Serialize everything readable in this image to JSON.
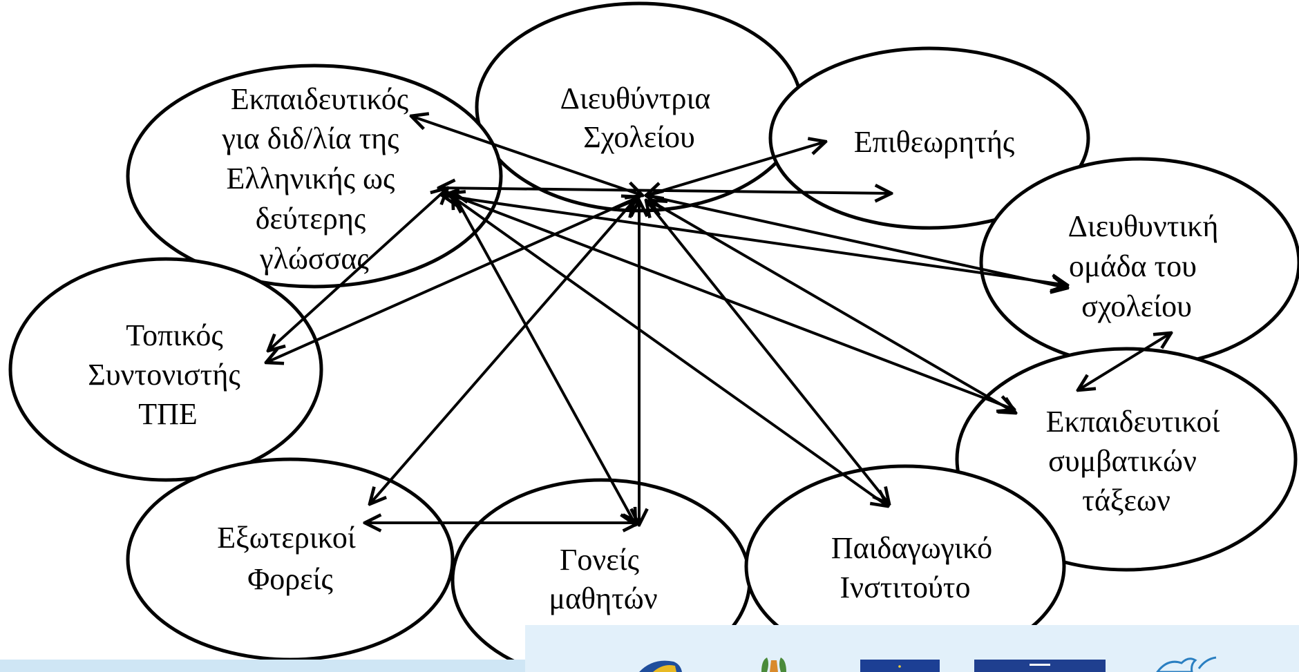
{
  "diagram": {
    "nodes": [
      {
        "id": "director",
        "lines": [
          "Διευθύντρια",
          "Σχολείου"
        ]
      },
      {
        "id": "greek-teacher",
        "lines": [
          "Εκπαιδευτικός",
          "για διδ/λία της",
          "Ελληνικής ως",
          "δεύτερης",
          "γλώσσας"
        ]
      },
      {
        "id": "inspector",
        "lines": [
          "Επιθεωρητής"
        ]
      },
      {
        "id": "management-team",
        "lines": [
          "Διευθυντική",
          "ομάδα του",
          "σχολείου"
        ]
      },
      {
        "id": "ict-coordinator",
        "lines": [
          "Τοπικός",
          "Συντονιστής",
          "ΤΠΕ"
        ]
      },
      {
        "id": "regular-teachers",
        "lines": [
          "Εκπαιδευτικοί",
          "συμβατικών",
          "τάξεων"
        ]
      },
      {
        "id": "external-bodies",
        "lines": [
          "Εξωτερικοί",
          "Φορείς"
        ]
      },
      {
        "id": "parents",
        "lines": [
          "Γονείς",
          "μαθητών"
        ]
      },
      {
        "id": "pedagogical-institute",
        "lines": [
          "Παιδαγωγικό",
          "Ινστιτούτο"
        ]
      }
    ],
    "edges": [
      {
        "from": "director",
        "to": "greek-teacher",
        "direction": "both"
      },
      {
        "from": "director",
        "to": "inspector",
        "direction": "both"
      },
      {
        "from": "greek-teacher",
        "to": "inspector",
        "direction": "both"
      },
      {
        "from": "director",
        "to": "management-team",
        "direction": "both"
      },
      {
        "from": "greek-teacher",
        "to": "management-team",
        "direction": "both"
      },
      {
        "from": "director",
        "to": "ict-coordinator",
        "direction": "both"
      },
      {
        "from": "greek-teacher",
        "to": "ict-coordinator",
        "direction": "both"
      },
      {
        "from": "director",
        "to": "regular-teachers",
        "direction": "both"
      },
      {
        "from": "greek-teacher",
        "to": "regular-teachers",
        "direction": "both"
      },
      {
        "from": "director",
        "to": "external-bodies",
        "direction": "both"
      },
      {
        "from": "greek-teacher",
        "to": "parents",
        "direction": "both"
      },
      {
        "from": "director",
        "to": "parents",
        "direction": "both"
      },
      {
        "from": "greek-teacher",
        "to": "pedagogical-institute",
        "direction": "both"
      },
      {
        "from": "director",
        "to": "pedagogical-institute",
        "direction": "both"
      },
      {
        "from": "management-team",
        "to": "regular-teachers",
        "direction": "both"
      },
      {
        "from": "external-bodies",
        "to": "parents",
        "direction": "both"
      }
    ]
  },
  "footer": {
    "band_color": "#cfe6f5",
    "strip_color": "#e2f0fa",
    "logos": [
      "crest-logo",
      "cyprus-emblem-logo",
      "eu-flag-logo",
      "espa-logo",
      "dove-logo"
    ]
  }
}
